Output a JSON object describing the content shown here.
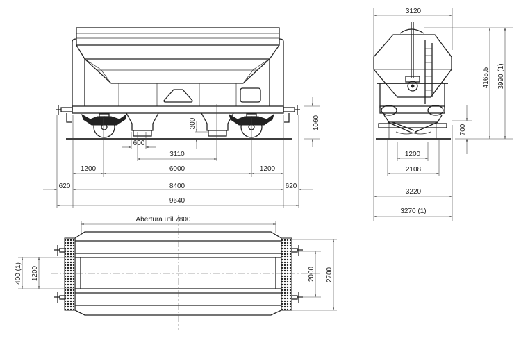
{
  "side_view": {
    "dims": {
      "d300": "300",
      "d600": "600",
      "d3110": "3110",
      "d1200_left": "1200",
      "d6000": "6000",
      "d1200_right": "1200",
      "d620_left": "620",
      "d8400": "8400",
      "d620_right": "620",
      "d9640": "9640",
      "d1060": "1060"
    }
  },
  "end_view": {
    "dims": {
      "d3120": "3120",
      "d1200": "1200",
      "d2108": "2108",
      "d3220": "3220",
      "d3270": "3270 (1)",
      "d700": "700",
      "d4165": "4165,5",
      "d3990": "3990 (1)"
    }
  },
  "plan_view": {
    "opening_label": "Abertura util 7800",
    "dims": {
      "d400": "400 (1)",
      "d1200": "1200",
      "d2000": "2000",
      "d2700": "2700"
    }
  },
  "colors": {
    "line": "#222222",
    "background": "#ffffff"
  }
}
